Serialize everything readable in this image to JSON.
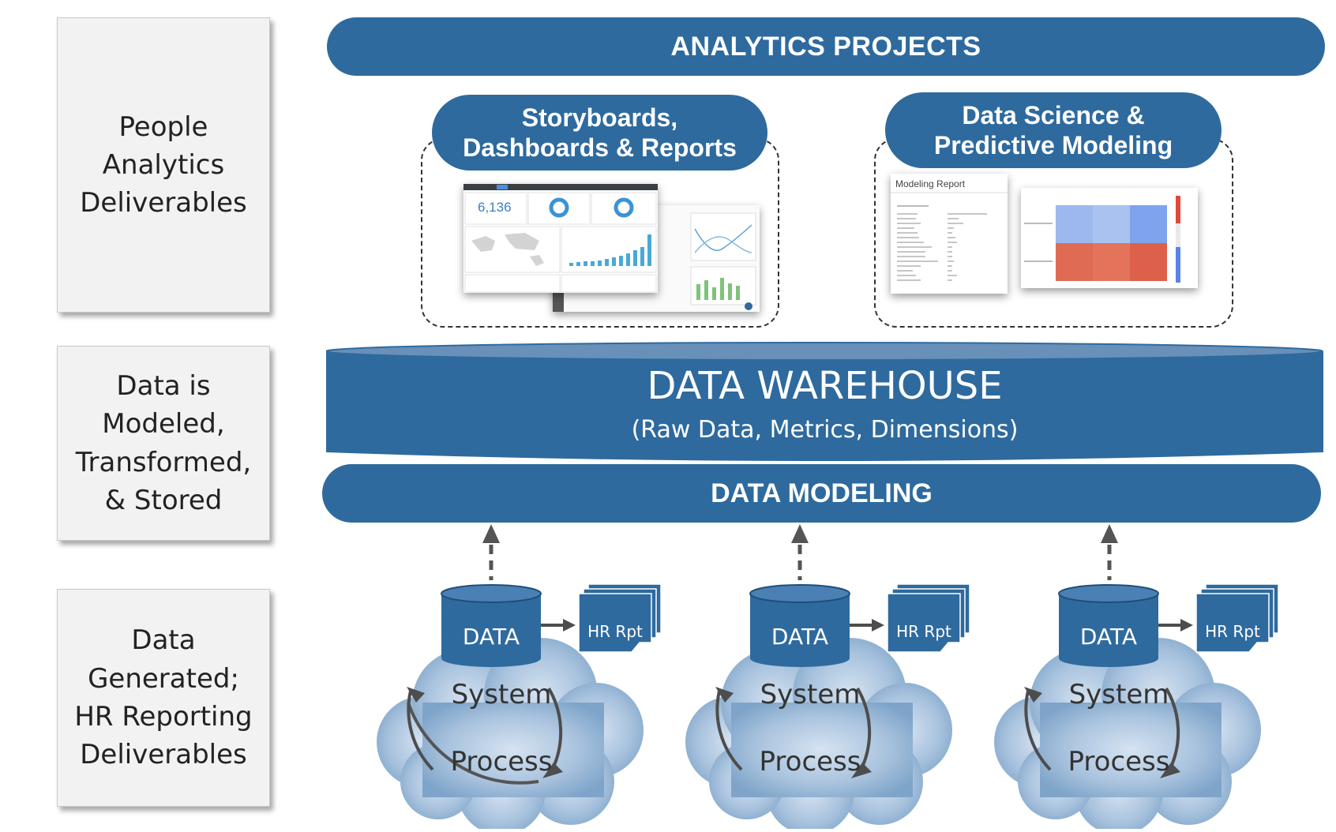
{
  "side_labels": {
    "deliverables": "People\nAnalytics\nDeliverables",
    "modeled": "Data is\nModeled,\nTransformed,\n& Stored",
    "generated": "Data\nGenerated;\nHR Reporting\nDeliverables"
  },
  "header": {
    "title": "ANALYTICS PROJECTS"
  },
  "projects": {
    "storyboards": {
      "label": "Storyboards,\nDashboards & Reports",
      "kpi": "6,136"
    },
    "data_science": {
      "label": "Data Science &\nPredictive Modeling",
      "report_title": "Modeling Report"
    }
  },
  "warehouse": {
    "title": "DATA WAREHOUSE",
    "subtitle": "(Raw Data, Metrics, Dimensions)"
  },
  "modeling": {
    "label": "DATA MODELING"
  },
  "sources": [
    {
      "db": "DATA",
      "report": "HR Rpt",
      "system": "System",
      "process": "Process"
    },
    {
      "db": "DATA",
      "report": "HR Rpt",
      "system": "System",
      "process": "Process"
    },
    {
      "db": "DATA",
      "report": "HR Rpt",
      "system": "System",
      "process": "Process"
    }
  ],
  "colors": {
    "primary": "#2e6a9e",
    "cloud": "#9ebad7",
    "side_bg": "#f2f2f2"
  }
}
